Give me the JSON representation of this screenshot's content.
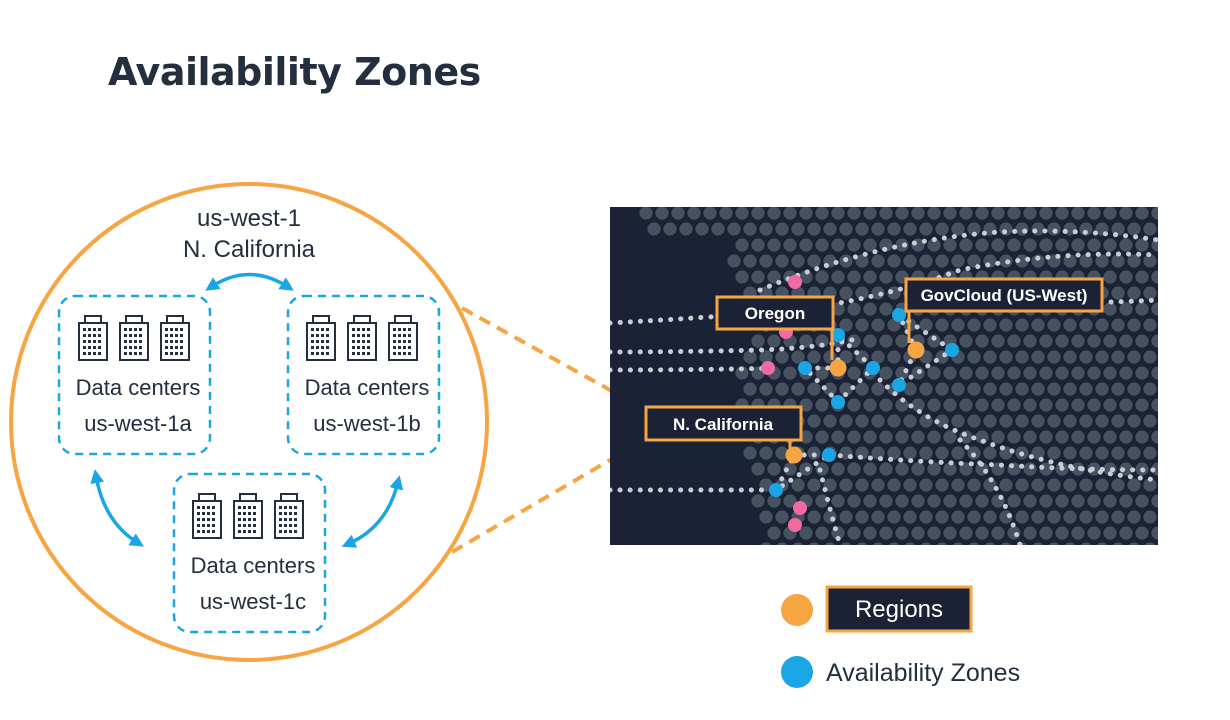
{
  "title": "Availability Zones",
  "region": {
    "code": "us-west-1",
    "name": "N. California"
  },
  "zones": [
    {
      "label": "Data centers",
      "code": "us-west-1a"
    },
    {
      "label": "Data centers",
      "code": "us-west-1b"
    },
    {
      "label": "Data centers",
      "code": "us-west-1c"
    }
  ],
  "map": {
    "labels": {
      "oregon": "Oregon",
      "govcloud": "GovCloud (US-West)",
      "ncalifornia": "N. California"
    }
  },
  "legend": {
    "regions": "Regions",
    "availability_zones": "Availability Zones"
  },
  "colors": {
    "orange": "#f7a442",
    "blue": "#1aa6e4",
    "pink": "#f06ba2",
    "navy": "#1b2236",
    "text": "#232f3e"
  }
}
